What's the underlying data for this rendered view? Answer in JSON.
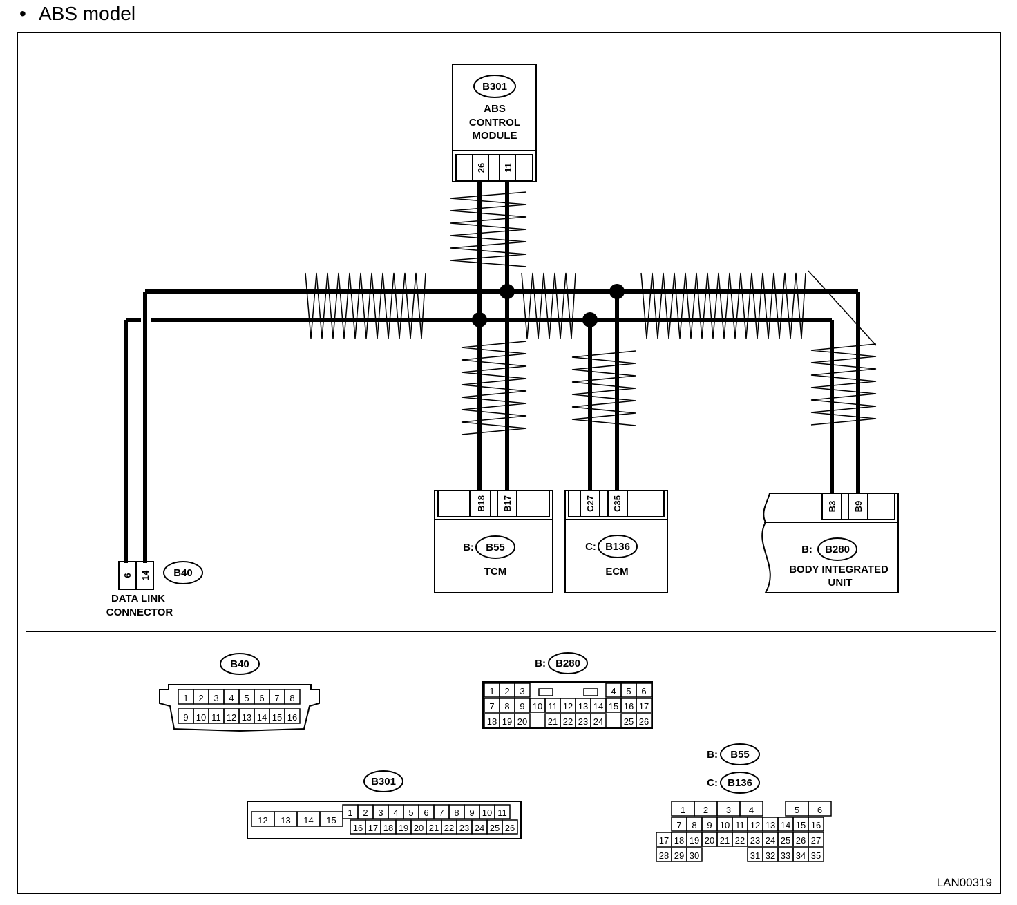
{
  "heading": {
    "bullet": "•",
    "text": "ABS model"
  },
  "modules": {
    "abs": {
      "connector": "B301",
      "name_lines": [
        "ABS",
        "CONTROL",
        "MODULE"
      ],
      "pins": [
        "26",
        "11"
      ]
    },
    "tcm": {
      "prefix": "B:",
      "connector": "B55",
      "name": "TCM",
      "pins": [
        "B18",
        "B17"
      ]
    },
    "ecm": {
      "prefix": "C:",
      "connector": "B136",
      "name": "ECM",
      "pins": [
        "C27",
        "C35"
      ]
    },
    "biu": {
      "prefix": "B:",
      "connector": "B280",
      "name_lines": [
        "BODY INTEGRATED",
        "UNIT"
      ],
      "pins": [
        "B3",
        "B9"
      ]
    },
    "dlc": {
      "connector": "B40",
      "name_lines": [
        "DATA LINK",
        "CONNECTOR"
      ],
      "pins": [
        "6",
        "14"
      ]
    }
  },
  "connector_views": {
    "b40": {
      "label": "B40",
      "row1": [
        "1",
        "2",
        "3",
        "4",
        "5",
        "6",
        "7",
        "8"
      ],
      "row2": [
        "9",
        "10",
        "11",
        "12",
        "13",
        "14",
        "15",
        "16"
      ]
    },
    "b280": {
      "prefix": "B:",
      "label": "B280",
      "row1": [
        "1",
        "2",
        "3",
        "",
        "",
        "",
        "",
        "",
        "4",
        "5",
        "6"
      ],
      "row2": [
        "7",
        "8",
        "9",
        "10",
        "11",
        "12",
        "13",
        "14",
        "15",
        "16",
        "17"
      ],
      "row3": [
        "18",
        "19",
        "20",
        "",
        "21",
        "22",
        "23",
        "24",
        "",
        "25",
        "26"
      ]
    },
    "b301": {
      "label": "B301",
      "left": [
        "12",
        "13",
        "14",
        "15"
      ],
      "row1": [
        "1",
        "2",
        "3",
        "4",
        "5",
        "6",
        "7",
        "8",
        "9",
        "10",
        "11"
      ],
      "row2": [
        "16",
        "17",
        "18",
        "19",
        "20",
        "21",
        "22",
        "23",
        "24",
        "25",
        "26"
      ]
    },
    "b55_b136": {
      "prefix1": "B:",
      "label1": "B55",
      "prefix2": "C:",
      "label2": "B136",
      "row1": [
        "1",
        "2",
        "3",
        "4",
        "",
        "5",
        "6"
      ],
      "row2": [
        "7",
        "8",
        "9",
        "10",
        "11",
        "12",
        "13",
        "14",
        "15",
        "16"
      ],
      "row3": [
        "17",
        "18",
        "19",
        "20",
        "21",
        "22",
        "23",
        "24",
        "25",
        "26",
        "27"
      ],
      "row4": [
        "28",
        "29",
        "30",
        "31",
        "32",
        "33",
        "34",
        "35"
      ]
    }
  },
  "reference": "LAN00319"
}
